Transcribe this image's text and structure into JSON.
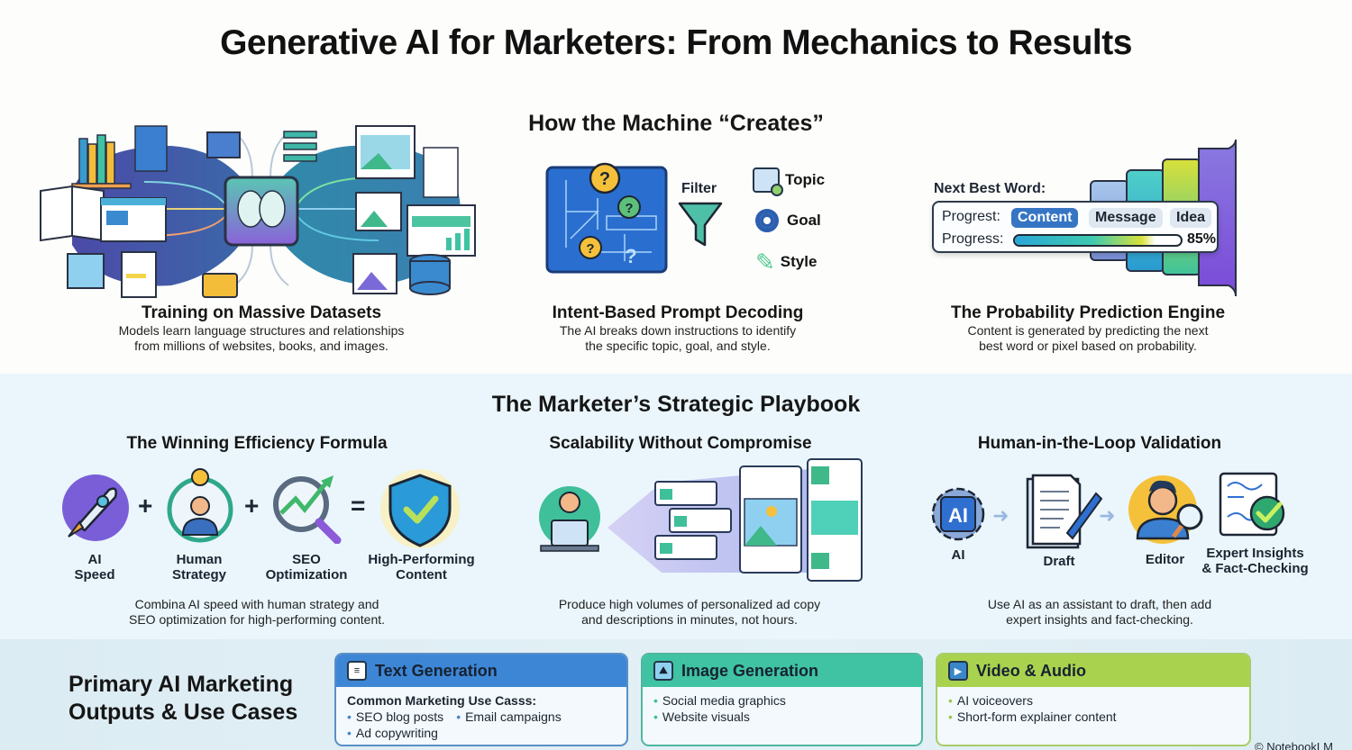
{
  "title": "Generative AI for Marketers: From Mechanics to Results",
  "mechanics": {
    "heading": "How the Machine “Creates”",
    "columns": [
      {
        "title": "Training on Massive Datasets",
        "description_line1": "Models learn language structures and relationships",
        "description_line2": "from millions of websites, books, and images."
      },
      {
        "title": "Intent-Based Prompt Decoding",
        "description_line1": "The AI breaks down instructions to identify",
        "description_line2": "the specific topic, goal, and style.",
        "filter_label": "Filter",
        "facets": [
          "Topic",
          "Goal",
          "Style"
        ]
      },
      {
        "title": "The Probability Prediction Engine",
        "description_line1": "Content is generated by predicting the next",
        "description_line2": "best word or pixel based on probability.",
        "panel": {
          "heading": "Next Best Word:",
          "row1_label": "Progrest:",
          "options": [
            "Content",
            "Message",
            "Idea"
          ],
          "selected_option": "Content",
          "row2_label": "Progress:",
          "progress_percent": 85,
          "progress_text": "85%"
        }
      }
    ]
  },
  "playbook": {
    "heading": "The Marketer’s Strategic Playbook",
    "formula": {
      "title": "The Winning Efficiency Formula",
      "items": [
        {
          "line1": "AI",
          "line2": "Speed"
        },
        {
          "line1": "Human",
          "line2": "Strategy"
        },
        {
          "line1": "SEO",
          "line2": "Optimization"
        },
        {
          "line1": "High-Performing",
          "line2": "Content"
        }
      ],
      "operators": [
        "+",
        "+",
        "="
      ],
      "description_line1": "Combina AI speed with human strategy and",
      "description_line2": "SEO optimization for high-performing content."
    },
    "scalability": {
      "title": "Scalability Without Compromise",
      "description_line1": "Produce high volumes of personalized ad copy",
      "description_line2": "and descriptions in minutes, not hours."
    },
    "validation": {
      "title": "Human-in-the-Loop Validation",
      "steps": [
        "AI",
        "Draft",
        "Editor"
      ],
      "final_step_line1": "Expert Insights",
      "final_step_line2": "& Fact-Checking",
      "gear_text": "AI",
      "description_line1": "Use AI as an assistant to draft, then add",
      "description_line2": "expert insights and fact-checking."
    }
  },
  "outputs": {
    "heading_line1": "Primary AI Marketing",
    "heading_line2": "Outputs & Use Cases",
    "cards": [
      {
        "title": "Text Generation",
        "subheading": "Common Marketing Use Casss:",
        "bullets": [
          "SEO blog posts",
          "Email campaigns",
          "Ad copywriting"
        ],
        "color": "#3d86d6"
      },
      {
        "title": "Image Generation",
        "bullets": [
          "Social media graphics",
          "Website visuals"
        ],
        "color": "#3fc3a3"
      },
      {
        "title": "Video & Audio",
        "bullets": [
          "AI voiceovers",
          "Short-form explainer content"
        ],
        "color": "#a9d24f"
      }
    ]
  },
  "watermark": "© NotebookLM"
}
